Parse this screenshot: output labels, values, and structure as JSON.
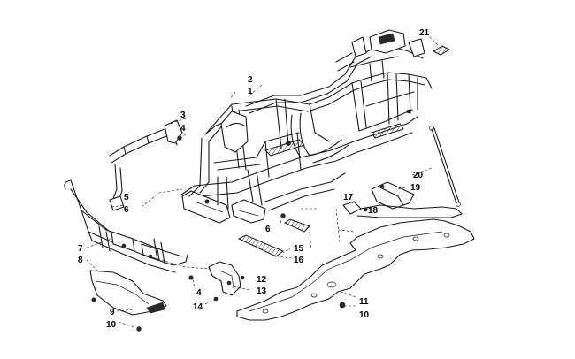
{
  "diagram": {
    "callouts": [
      {
        "label": "1"
      },
      {
        "label": "2"
      },
      {
        "label": "3"
      },
      {
        "label": "4"
      },
      {
        "label": "4"
      },
      {
        "label": "5"
      },
      {
        "label": "6"
      },
      {
        "label": "6"
      },
      {
        "label": "7"
      },
      {
        "label": "8"
      },
      {
        "label": "9"
      },
      {
        "label": "10"
      },
      {
        "label": "10"
      },
      {
        "label": "11"
      },
      {
        "label": "12"
      },
      {
        "label": "13"
      },
      {
        "label": "14"
      },
      {
        "label": "15"
      },
      {
        "label": "16"
      },
      {
        "label": "17"
      },
      {
        "label": "18"
      },
      {
        "label": "19"
      },
      {
        "label": "20"
      },
      {
        "label": "21"
      }
    ]
  }
}
